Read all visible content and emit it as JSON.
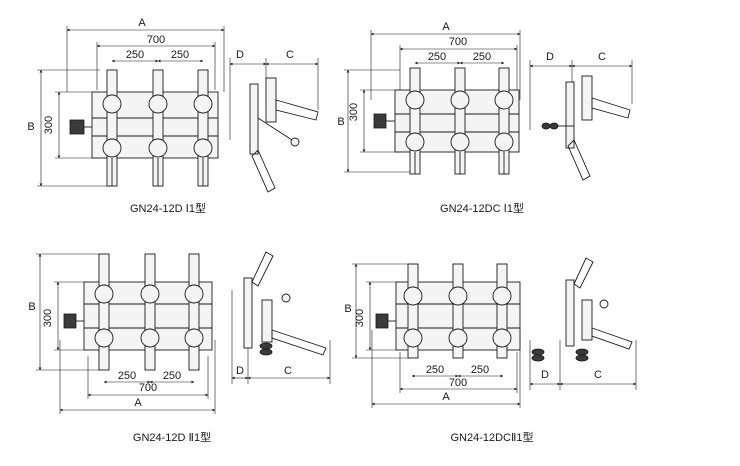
{
  "diagrams": [
    {
      "caption": "GN24-12D Ⅰ1型",
      "dim_A": "A",
      "dim_B": "B",
      "dim_C": "C",
      "dim_D": "D",
      "dim_700": "700",
      "dim_250a": "250",
      "dim_250b": "250",
      "dim_300": "300"
    },
    {
      "caption": "GN24-12DC Ⅰ1型",
      "dim_A": "A",
      "dim_B": "B",
      "dim_C": "C",
      "dim_D": "D",
      "dim_700": "700",
      "dim_250a": "250",
      "dim_250b": "250",
      "dim_300": "300"
    },
    {
      "caption": "GN24-12D Ⅱ1型",
      "dim_A": "A",
      "dim_B": "B",
      "dim_C": "C",
      "dim_D": "D",
      "dim_700": "700",
      "dim_250a": "250",
      "dim_250b": "250",
      "dim_300": "300"
    },
    {
      "caption": "GN24-12DCⅡ1型",
      "dim_A": "A",
      "dim_B": "B",
      "dim_C": "C",
      "dim_D": "D",
      "dim_700": "700",
      "dim_250a": "250",
      "dim_250b": "250",
      "dim_300": "300"
    }
  ]
}
